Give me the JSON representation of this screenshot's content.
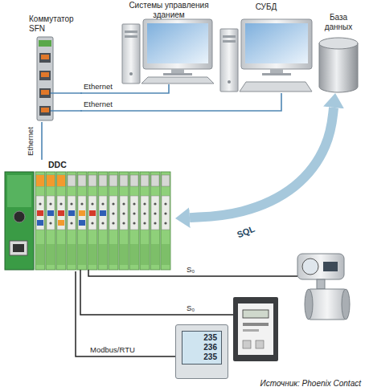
{
  "diagram": {
    "caption": "Источник: Phoenix Contact",
    "nodes": [
      {
        "text": [
          "Системы управления зданием"
        ]
      },
      {
        "text": [
          "СУБД"
        ]
      },
      {
        "text": [
          "База данных"
        ]
      },
      {
        "text": [
          "Коммутатор SFN"
        ]
      },
      {
        "text": [
          "DDC"
        ]
      },
      {
        "text": [
          "235",
          "236",
          "235"
        ]
      }
    ],
    "edges": [
      {
        "from": 3,
        "to": 0,
        "arrow": "none",
        "label": "Ethernet"
      },
      {
        "from": 3,
        "to": 1,
        "arrow": "none",
        "label": "Ethernet"
      },
      {
        "from": 3,
        "to": 4,
        "arrow": "none",
        "label": "Ethernet"
      },
      {
        "from": 2,
        "to": 4,
        "arrow": "both",
        "label": "SQL"
      },
      {
        "from": 4,
        "to": 5,
        "arrow": "none",
        "label": "Modbus/RTU"
      }
    ],
    "labels": [
      "S₀",
      "S₀"
    ]
  }
}
